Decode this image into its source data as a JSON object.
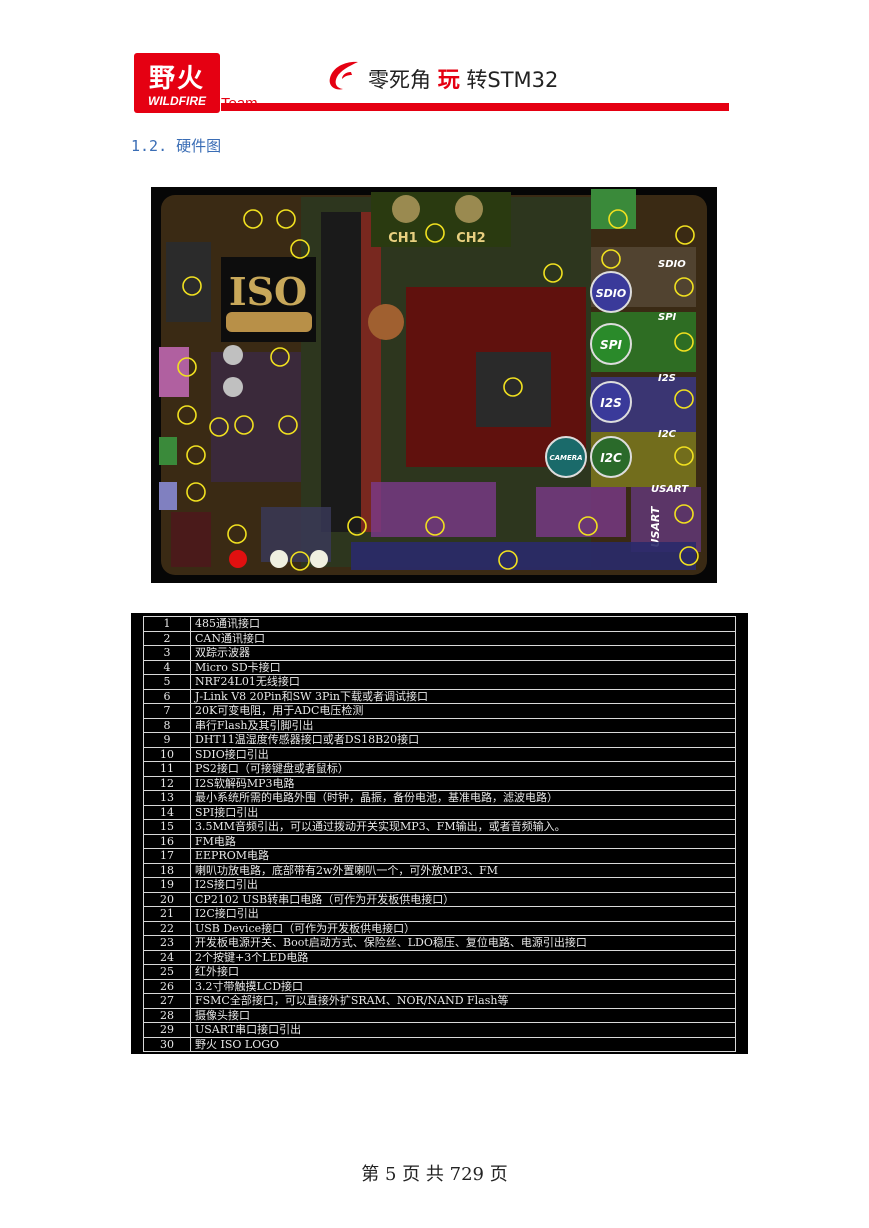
{
  "header": {
    "logo_cn": "野火",
    "logo_en": "WILDFIRE",
    "logo_team": "Team",
    "title_prefix": "零死角",
    "title_mid": "玩",
    "title_suffix": "转STM32",
    "accent_color": "#e50012"
  },
  "section_title": "1.2. 硬件图",
  "board": {
    "labels": {
      "sdio_badge": "SDIO",
      "spi_badge": "SPI",
      "i2s_badge": "I2S",
      "i2c_badge": "I2C",
      "camera_badge": "CAMERA",
      "usart_badge": "USART",
      "iso_text": "ISO",
      "ch1": "CH1",
      "ch2": "CH2",
      "sdio_side": "SDIO",
      "spi_side": "SPI",
      "i2s_side": "I2S",
      "i2c_side": "I2C",
      "usart_side": "USART"
    }
  },
  "table": {
    "rows": [
      {
        "num": "1",
        "text": "485通讯接口"
      },
      {
        "num": "2",
        "text": "CAN通讯接口"
      },
      {
        "num": "3",
        "text": "双踪示波器"
      },
      {
        "num": "4",
        "text": "Micro SD卡接口"
      },
      {
        "num": "5",
        "text": "NRF24L01无线接口"
      },
      {
        "num": "6",
        "text": "J-Link V8 20Pin和SW 3Pin下载或者调试接口"
      },
      {
        "num": "7",
        "text": "20K可变电阻，用于ADC电压检测"
      },
      {
        "num": "8",
        "text": "串行Flash及其引脚引出"
      },
      {
        "num": "9",
        "text": "DHT11温湿度传感器接口或者DS18B20接口"
      },
      {
        "num": "10",
        "text": "SDIO接口引出"
      },
      {
        "num": "11",
        "text": "PS2接口（可接键盘或者鼠标）"
      },
      {
        "num": "12",
        "text": "I2S软解码MP3电路"
      },
      {
        "num": "13",
        "text": "最小系统所需的电路外围（时钟，晶振，备份电池，基准电路，滤波电路）"
      },
      {
        "num": "14",
        "text": "SPI接口引出"
      },
      {
        "num": "15",
        "text": "3.5MM音频引出，可以通过拨动开关实现MP3、FM输出，或者音频输入。"
      },
      {
        "num": "16",
        "text": "FM电路"
      },
      {
        "num": "17",
        "text": "EEPROM电路"
      },
      {
        "num": "18",
        "text": "喇叭功放电路，底部带有2w外置喇叭一个，可外放MP3、FM"
      },
      {
        "num": "19",
        "text": "I2S接口引出"
      },
      {
        "num": "20",
        "text": "CP2102 USB转串口电路（可作为开发板供电接口）"
      },
      {
        "num": "21",
        "text": "I2C接口引出"
      },
      {
        "num": "22",
        "text": "USB Device接口（可作为开发板供电接口）"
      },
      {
        "num": "23",
        "text": "开发板电源开关、Boot启动方式、保险丝、LDO稳压、复位电路、电源引出接口"
      },
      {
        "num": "24",
        "text": "2个按键+3个LED电路"
      },
      {
        "num": "25",
        "text": "红外接口"
      },
      {
        "num": "26",
        "text": "3.2寸带触摸LCD接口"
      },
      {
        "num": "27",
        "text": "FSMC全部接口，可以直接外扩SRAM、NOR/NAND Flash等"
      },
      {
        "num": "28",
        "text": "摄像头接口"
      },
      {
        "num": "29",
        "text": "USART串口接口引出"
      },
      {
        "num": "30",
        "text": "野火 ISO LOGO"
      }
    ]
  },
  "footer": {
    "prefix": "第",
    "page": "5",
    "mid": "页 共",
    "total": "729",
    "suffix": "页"
  }
}
